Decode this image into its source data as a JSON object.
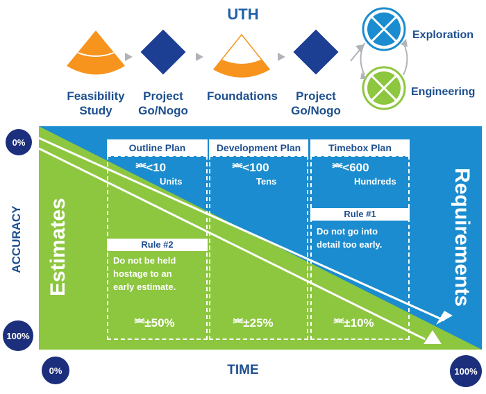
{
  "header": {
    "title": "UTH"
  },
  "phases": [
    {
      "label_line1": "Feasibility",
      "label_line2": "Study"
    },
    {
      "label_line1": "Project",
      "label_line2": "Go/Nogo"
    },
    {
      "label_line1": "Foundations",
      "label_line2": ""
    },
    {
      "label_line1": "Project",
      "label_line2": "Go/Nogo"
    }
  ],
  "cycle": {
    "top": "Exploration",
    "bottom": "Engineering"
  },
  "axes": {
    "y_label": "ACCURACY",
    "x_label": "TIME",
    "y_top": "0%",
    "y_bottom": "100%",
    "x_left": "0%",
    "x_right": "100%"
  },
  "regions": {
    "estimates": "Estimates",
    "requirements": "Requirements"
  },
  "plans": [
    {
      "title": "Outline Plan",
      "top_symbol": "⎃",
      "top_value": "<10",
      "unit": "Units",
      "bottom_value": "±50%"
    },
    {
      "title": "Development Plan",
      "top_symbol": "⎃",
      "top_value": "<100",
      "unit": "Tens",
      "bottom_value": "±25%"
    },
    {
      "title": "Timebox Plan",
      "top_symbol": "⎃",
      "top_value": "<600",
      "unit": "Hundreds",
      "bottom_value": "±10%"
    }
  ],
  "rules": {
    "rule1": {
      "title": "Rule #1",
      "line1": "Do not go into",
      "line2": "detail too early."
    },
    "rule2": {
      "title": "Rule #2",
      "line1": "Do not be held",
      "line2": "hostage to an",
      "line3": "early estimate."
    }
  },
  "colors": {
    "blue": "#1b8ccf",
    "green": "#8dc63f",
    "navy": "#1c2f7c",
    "orange": "#f7941d",
    "diamond": "#1c3f94"
  }
}
